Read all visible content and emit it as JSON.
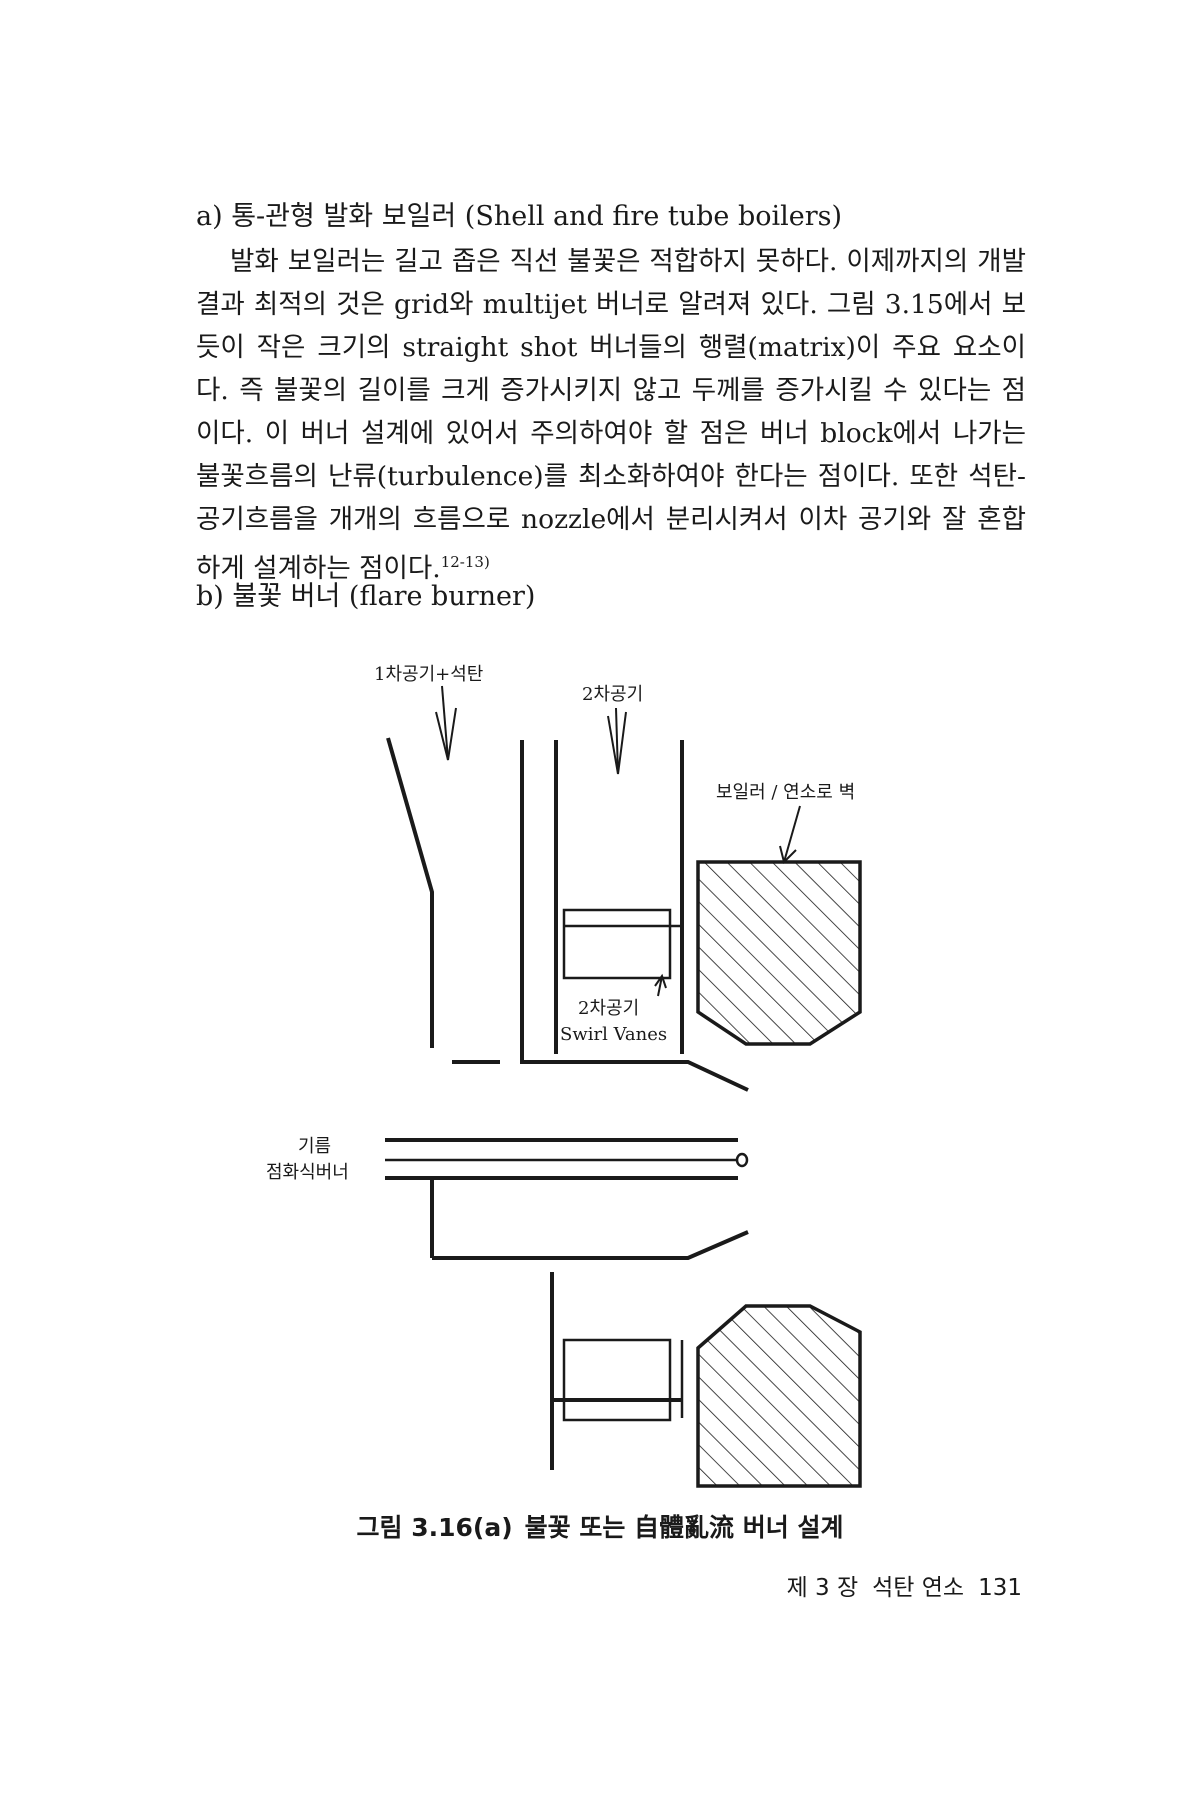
{
  "section_a": {
    "heading": "a) 통-관형 발화 보일러 (Shell and fire tube boilers)",
    "paragraph": "발화 보일러는 길고 좁은 직선 불꽃은 적합하지 못하다. 이제까지의 개발 결과 최적의 것은 grid와 multijet 버너로 알려져 있다. 그림 3.15에서 보듯이 작은 크기의 straight shot 버너들의 행렬(matrix)이 주요 요소이다. 즉 불꽃의 길이를 크게 증가시키지 않고 두께를 증가시킬 수 있다는 점이다. 이 버너 설계에 있어서 주의하여야 할 점은 버너 block에서 나가는 불꽃흐름의 난류(turbulence)를 최소화하여야 한다는 점이다. 또한 석탄-공기흐름을 개개의 흐름으로 nozzle에서 분리시켜서 이차 공기와 잘 혼합하게 설계하는 점이다.",
    "reference": "12-13)"
  },
  "section_b": {
    "heading": "b) 불꽃 버너 (flare burner)"
  },
  "figure": {
    "labels": {
      "primary_air_coal": "1차공기+석탄",
      "secondary_air": "2차공기",
      "boiler_wall": "보일러 / 연소로 벽",
      "swirl_korean": "2차공기",
      "swirl_english": "Swirl Vanes",
      "igniter_line1": "기름",
      "igniter_line2": "점화식버너"
    }
  },
  "caption": {
    "number": "그림 3.16(a)",
    "text": "불꽃 또는 自體亂流 버너 설계"
  },
  "footer": {
    "chapter": "제 3 장",
    "title": "석탄 연소",
    "page_number": "131"
  }
}
